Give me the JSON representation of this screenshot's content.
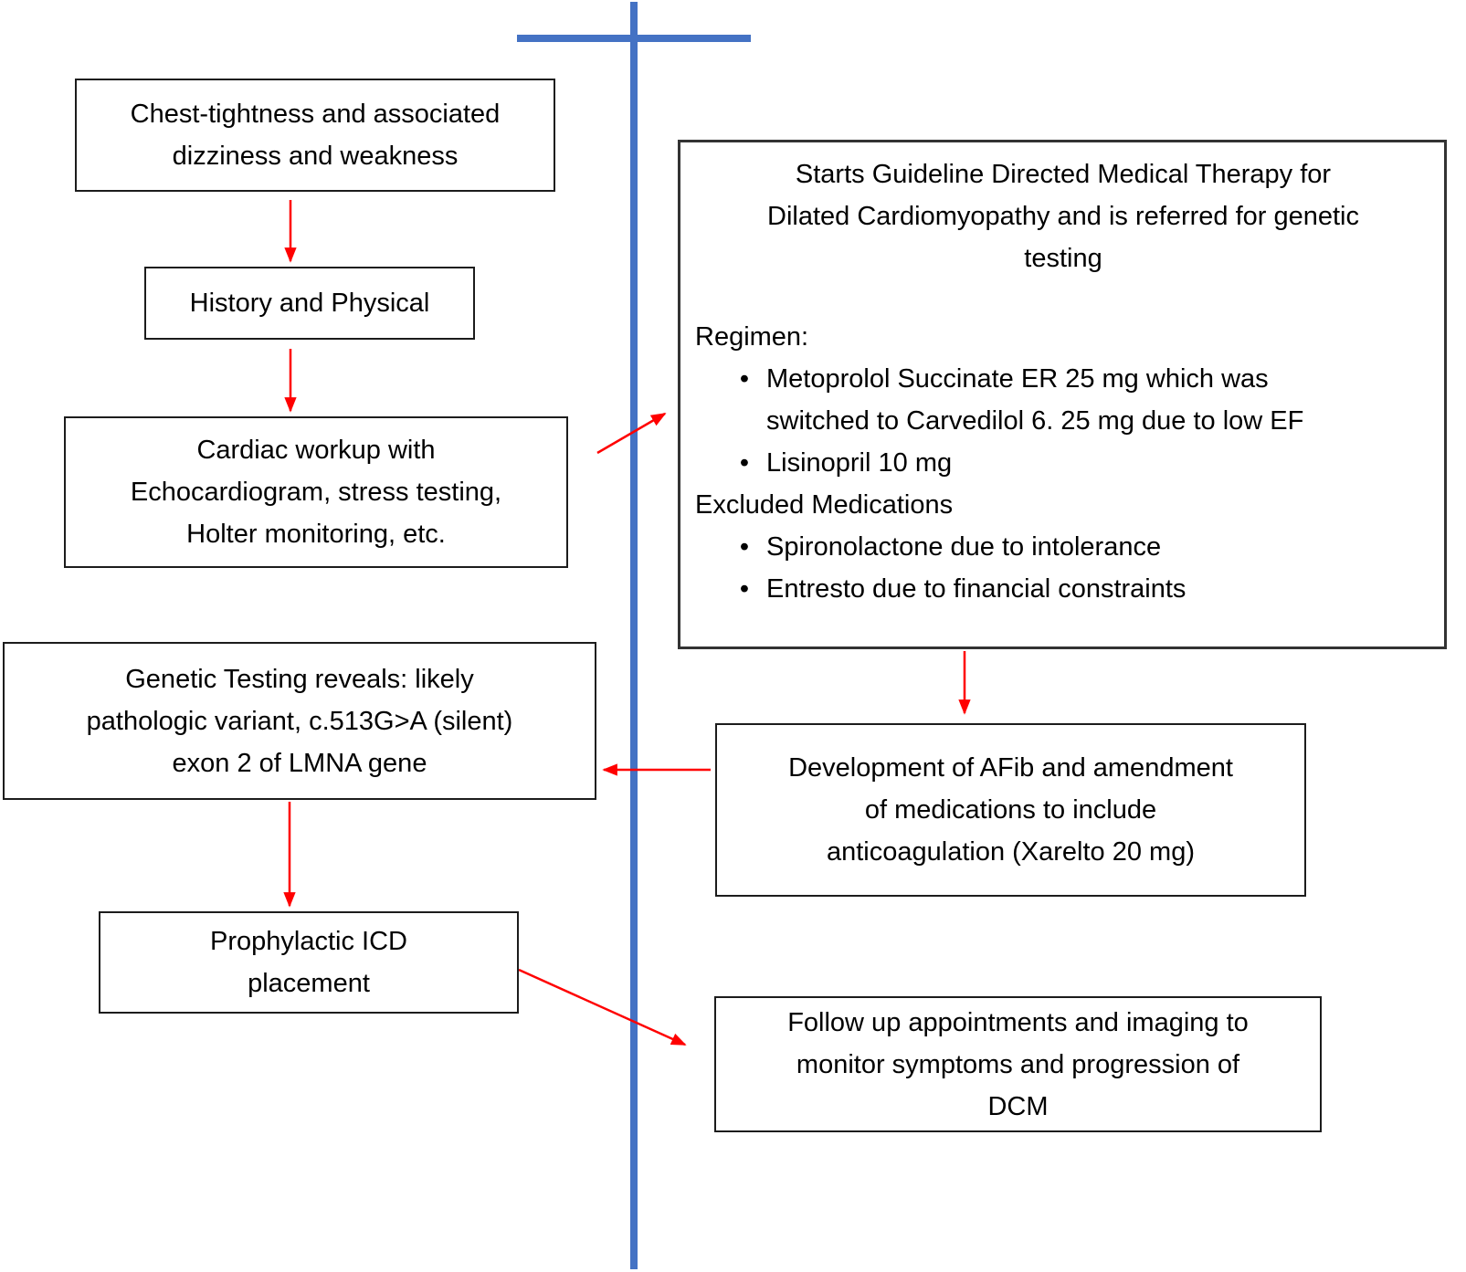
{
  "colors": {
    "connector_red": "#ff0000",
    "timeline_blue": "#4472C4",
    "box_border": "#1c1c1c",
    "text": "#000000",
    "background": "#ffffff"
  },
  "bullet_glyph": "•",
  "boxes": {
    "symptoms": {
      "lines": [
        "Chest-tightness and associated",
        "dizziness and weakness"
      ]
    },
    "history": {
      "lines": [
        "History and Physical"
      ]
    },
    "cardiac_workup": {
      "lines": [
        "Cardiac workup with",
        "Echocardiogram, stress testing,",
        "Holter monitoring, etc."
      ]
    },
    "genetic_testing": {
      "lines": [
        "Genetic Testing reveals: likely",
        "pathologic variant, c.513G>A (silent)",
        "exon 2 of LMNA gene"
      ]
    },
    "icd": {
      "lines": [
        "Prophylactic ICD",
        "placement"
      ]
    },
    "gdmt": {
      "heading_lines": [
        "Starts Guideline Directed Medical Therapy for",
        "Dilated Cardiomyopathy and is referred for genetic",
        "testing"
      ],
      "regimen_label": "Regimen:",
      "regimen_bullets": [
        {
          "lines": [
            "Metoprolol Succinate ER 25 mg which was",
            "switched to Carvedilol 6. 25 mg due to low EF"
          ]
        },
        {
          "lines": [
            "Lisinopril 10 mg"
          ]
        }
      ],
      "excluded_label": "Excluded Medications",
      "excluded_bullets": [
        {
          "lines": [
            "Spironolactone due to intolerance"
          ]
        },
        {
          "lines": [
            "Entresto due to financial constraints"
          ]
        }
      ]
    },
    "afib": {
      "lines": [
        "Development of AFib and amendment",
        "of medications to include",
        "anticoagulation (Xarelto 20 mg)"
      ]
    },
    "followup": {
      "lines": [
        "Follow up appointments and imaging to",
        "monitor symptoms and progression of",
        "DCM"
      ]
    }
  }
}
